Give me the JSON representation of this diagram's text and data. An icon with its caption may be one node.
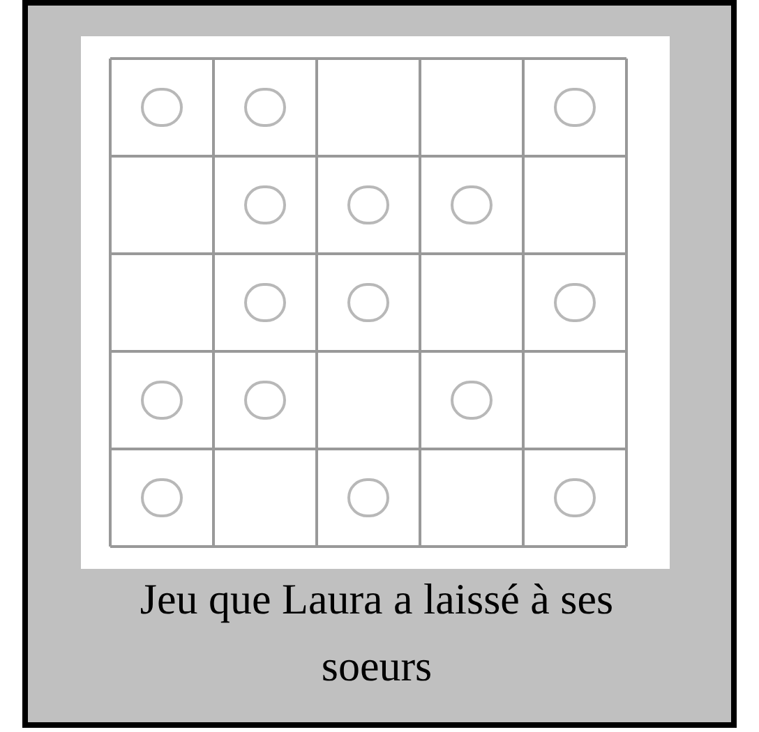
{
  "diagram": {
    "caption": "Jeu que Laura a laissé à ses soeurs",
    "nodes": [
      {
        "text": [],
        "shape": "circle"
      },
      {
        "text": [],
        "shape": "circle"
      },
      {
        "text": [],
        "shape": "circle"
      },
      {
        "text": [],
        "shape": "circle"
      },
      {
        "text": [],
        "shape": "circle"
      },
      {
        "text": [],
        "shape": "circle"
      },
      {
        "text": [],
        "shape": "circle"
      },
      {
        "text": [],
        "shape": "circle"
      },
      {
        "text": [],
        "shape": "circle"
      },
      {
        "text": [],
        "shape": "circle"
      },
      {
        "text": [],
        "shape": "circle"
      },
      {
        "text": [],
        "shape": "circle"
      },
      {
        "text": [],
        "shape": "circle"
      },
      {
        "text": [],
        "shape": "circle"
      },
      {
        "text": [],
        "shape": "circle"
      }
    ]
  }
}
